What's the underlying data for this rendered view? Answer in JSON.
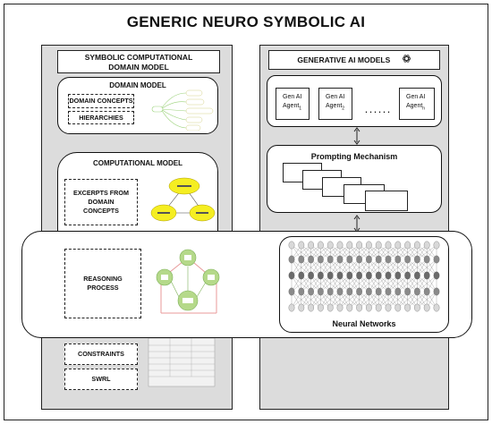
{
  "title": "GENERIC NEURO SYMBOLIC AI",
  "left_panel": {
    "title": "SYMBOLIC COMPUTATIONAL DOMAIN MODEL",
    "domain_model": {
      "title": "DOMAIN  MODEL",
      "items": [
        "DOMAIN CONCEPTS",
        "HIERARCHIES"
      ]
    },
    "computational_model": {
      "title": "COMPUTATIONAL MODEL",
      "items": [
        "EXCERPTS FROM DOMAIN CONCEPTS"
      ]
    },
    "lower_items": [
      "CONSTRAINTS",
      "SWRL"
    ]
  },
  "right_panel": {
    "title": "GENERATIVE AI MODELS",
    "agents": [
      {
        "label": "Gen AI Agent",
        "sub": "1"
      },
      {
        "label": "Gen AI Agent",
        "sub": "2"
      },
      {
        "label": "Gen AI Agent",
        "sub": "n"
      }
    ],
    "ellipsis": ". . . . . .",
    "prompting_title": "Prompting Mechanism"
  },
  "overlay": {
    "reasoning_label": "REASONING PROCESS",
    "neural_label": "Neural Networks"
  },
  "colors": {
    "panel_bg": "#dcdcdc",
    "yellow_node": "#f5ee22",
    "green_node": "#b5d98a",
    "red_edge": "#e89a9a"
  }
}
